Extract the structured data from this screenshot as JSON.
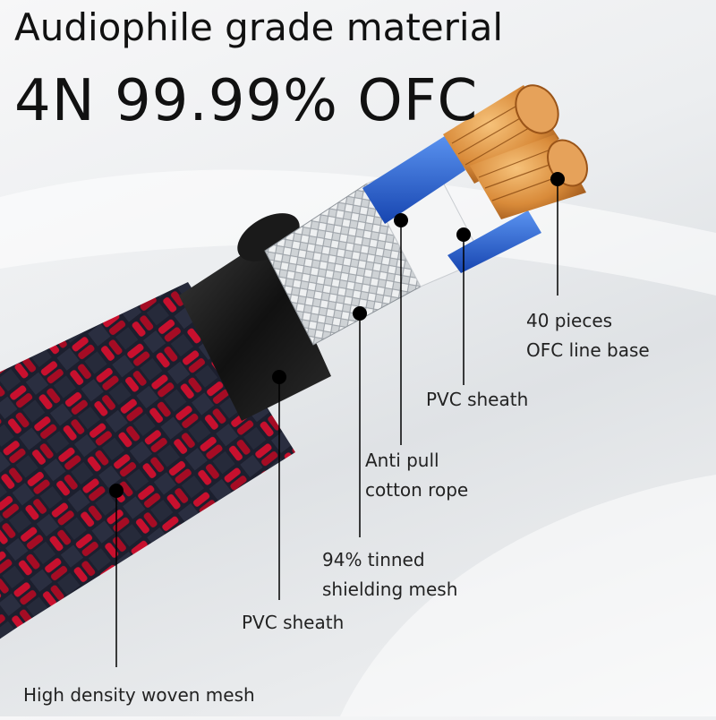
{
  "heading": {
    "line1": "Audiophile grade material",
    "line2": "4N 99.99% OFC"
  },
  "callouts": {
    "ofc_line_base": {
      "line1": "40 pieces",
      "line2": "OFC line base"
    },
    "inner_pvc_sheath": {
      "line1": "PVC sheath"
    },
    "anti_pull_rope": {
      "line1": "Anti pull",
      "line2": "cotton rope"
    },
    "shielding_mesh": {
      "line1": "94% tinned",
      "line2": "shielding mesh"
    },
    "outer_pvc_sheath": {
      "line1": "PVC sheath"
    },
    "woven_mesh": {
      "line1": "High density woven mesh"
    }
  },
  "colors": {
    "braid_red": "#c8102e",
    "braid_dark": "#1c1f2e",
    "copper": "#d98b3a",
    "inner_blue": "#1f5fd6",
    "sheath_black": "#141414",
    "callout_line": "#000000"
  }
}
